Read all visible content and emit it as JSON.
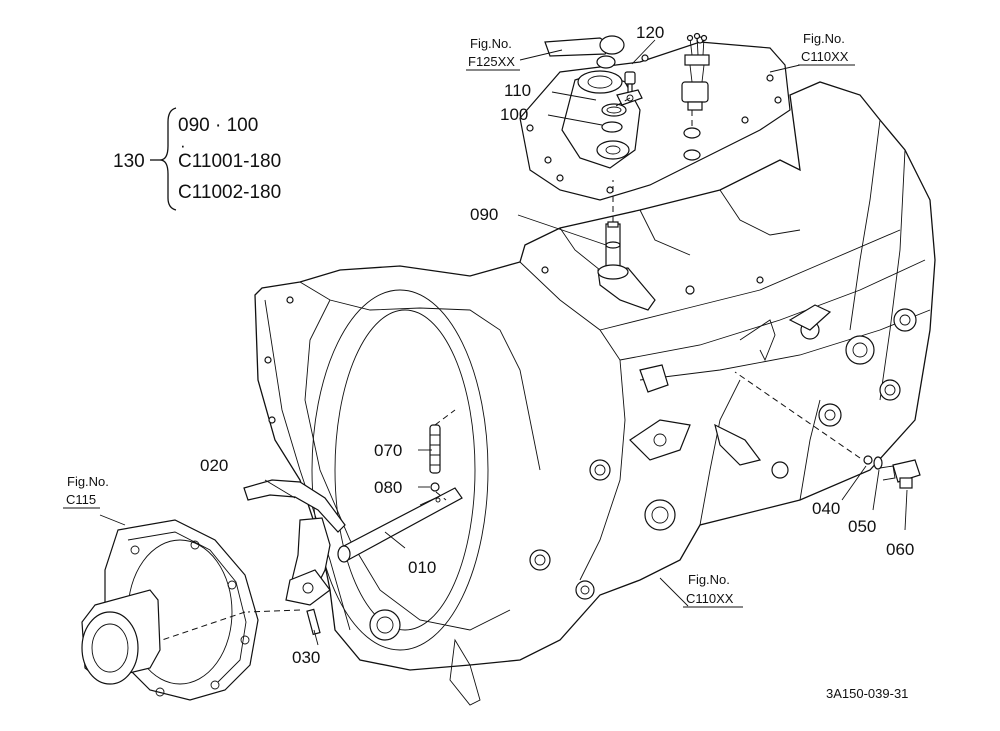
{
  "figrefs": [
    {
      "line1": "Fig.No.",
      "line2": "F125XX"
    },
    {
      "line1": "Fig.No.",
      "line2": "C110XX"
    },
    {
      "line1": "Fig.No.",
      "line2": "C115"
    },
    {
      "line1": "Fig.No.",
      "line2": "C110XX"
    }
  ],
  "callouts": [
    "120",
    "110",
    "100",
    "090",
    "070",
    "080",
    "020",
    "010",
    "030",
    "040",
    "050",
    "060"
  ],
  "group": {
    "label": "130",
    "line1": "090 · 100",
    "dot": "·",
    "line2": "C11001-180",
    "line3": "C11002-180"
  },
  "drawing_code": "3A150-039-31"
}
